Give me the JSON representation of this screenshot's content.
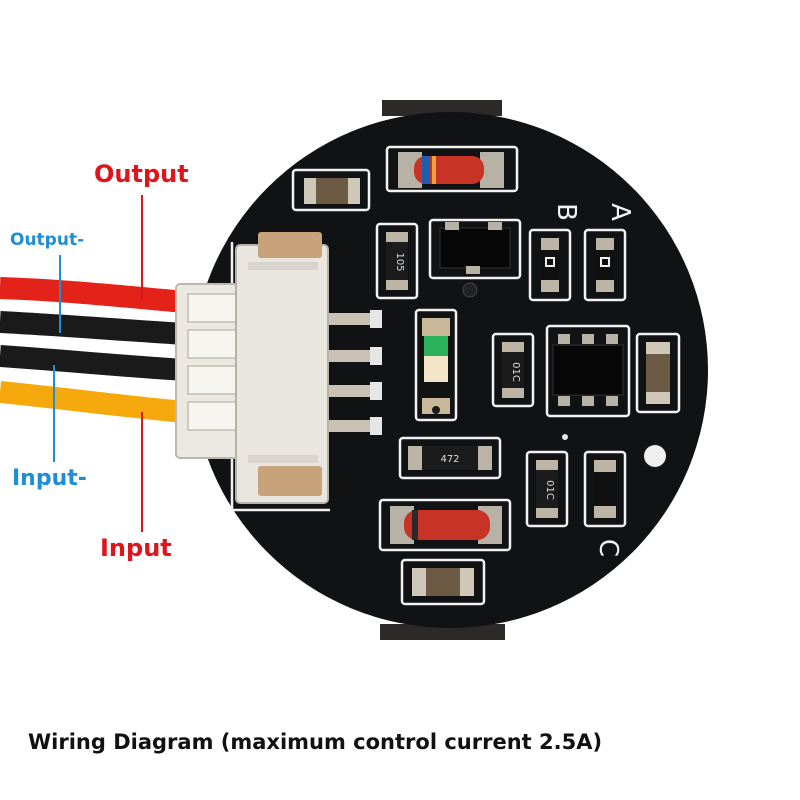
{
  "labels": {
    "output": "Output",
    "output_neg": "Output-",
    "input_neg": "Input-",
    "input": "Input"
  },
  "colors": {
    "positive": "#e0141b",
    "negative": "#1e8fd6",
    "pcb": "#111214",
    "silkscreen": "#f2f2f2",
    "wire_red": "#e32219",
    "wire_black": "#1a1a1a",
    "wire_yellow": "#f5a90c",
    "connector": "#e9e6df"
  },
  "board": {
    "pad_labels": [
      "B",
      "A",
      "C"
    ],
    "component_markings": [
      "105",
      "472",
      "01C",
      "01C"
    ]
  },
  "caption": "Wiring Diagram (maximum control current 2.5A)"
}
